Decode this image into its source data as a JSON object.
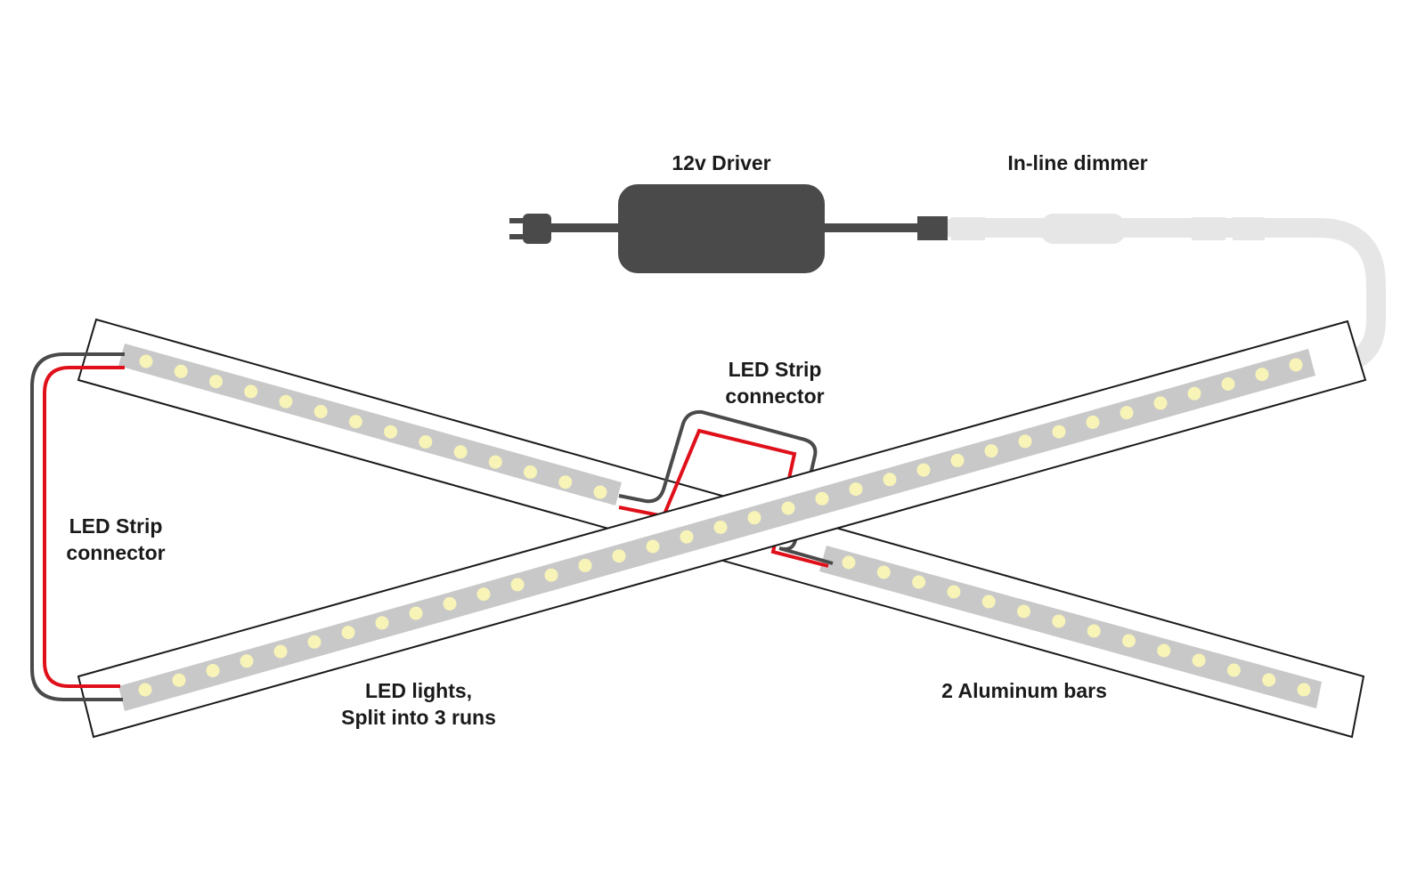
{
  "labels": {
    "driver": "12v Driver",
    "dimmer": "In-line dimmer",
    "connector_top": {
      "line1": "LED Strip",
      "line2": "connector"
    },
    "connector_left": {
      "line1": "LED Strip",
      "line2": "connector"
    },
    "led_lights": {
      "line1": "LED lights,",
      "line2": "Split into 3 runs"
    },
    "bars": "2 Aluminum bars"
  },
  "colors": {
    "driver_body": "#4a4a4a",
    "cable_dark": "#4a4a4a",
    "cable_light": "#e6e6e6",
    "wire_red": "#e0101a",
    "wire_black": "#4a4a4a",
    "strip": "#c8c8c8",
    "led": "#f8f4b8",
    "bar_outline": "#1a1a1a",
    "bar_fill": "#ffffff"
  },
  "counts": {
    "led_runs": 3,
    "aluminum_bars": 2
  }
}
